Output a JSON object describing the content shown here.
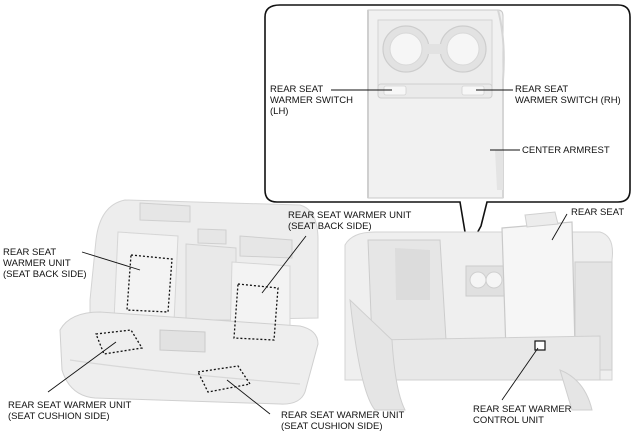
{
  "labels": {
    "rear_seat_warmer_switch_lh": "REAR SEAT\nWARMER SWITCH\n(LH)",
    "rear_seat_warmer_switch_rh": "REAR SEAT\nWARMER SWITCH (RH)",
    "center_armrest": "CENTER ARMREST",
    "rear_seat_warmer_unit_seat_back_side_left": "REAR SEAT\nWARMER UNIT\n(SEAT BACK SIDE)",
    "rear_seat_warmer_unit_seat_back_side_top": "REAR SEAT WARMER UNIT\n(SEAT BACK SIDE)",
    "rear_seat": "REAR SEAT",
    "rear_seat_warmer_unit_seat_cushion_side_left": "REAR SEAT WARMER UNIT\n(SEAT CUSHION SIDE)",
    "rear_seat_warmer_unit_seat_cushion_side_right": "REAR SEAT WARMER UNIT\n(SEAT CUSHION SIDE)",
    "rear_seat_warmer_control_unit": "REAR SEAT WARMER\nCONTROL UNIT"
  }
}
